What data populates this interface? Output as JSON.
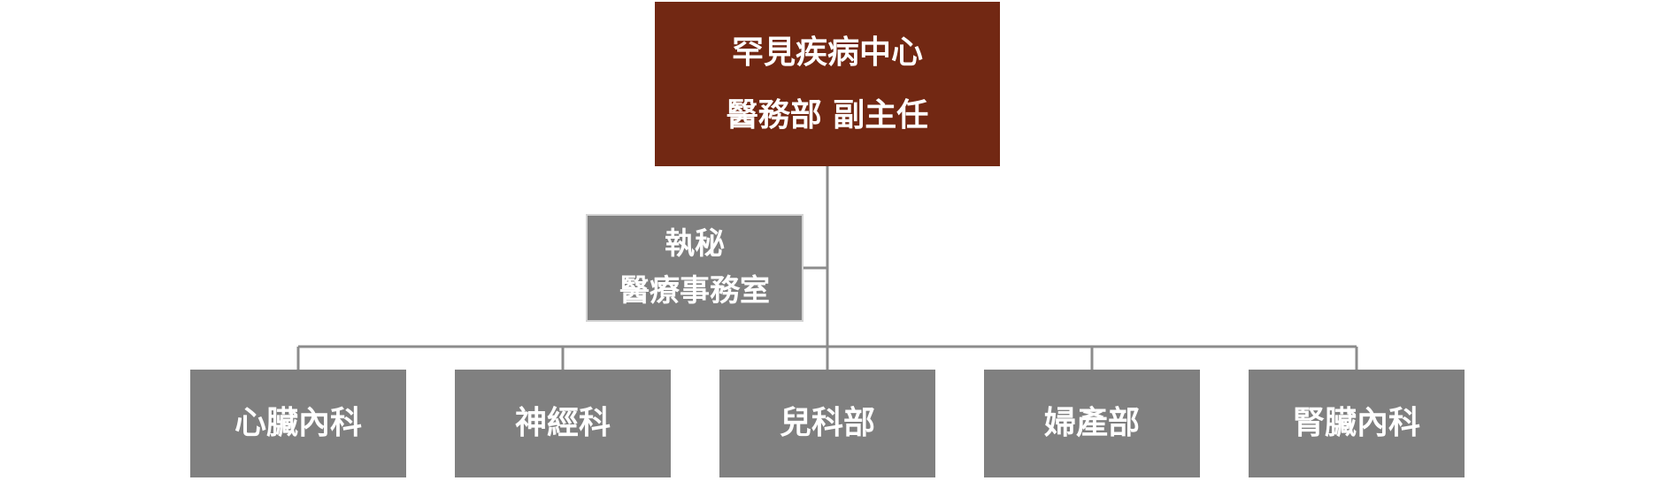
{
  "root": {
    "line1": "罕見疾病中心",
    "line2": "醫務部 副主任"
  },
  "assistant": {
    "line1": "執秘",
    "line2": "醫療事務室"
  },
  "departments": [
    {
      "label": "心臟內科"
    },
    {
      "label": "神經科"
    },
    {
      "label": "兒科部"
    },
    {
      "label": "婦產部"
    },
    {
      "label": "腎臟內科"
    }
  ],
  "colors": {
    "root_fill": "#722813",
    "node_fill": "#808080",
    "connector": "#8c8c8c",
    "text": "#ffffff"
  }
}
